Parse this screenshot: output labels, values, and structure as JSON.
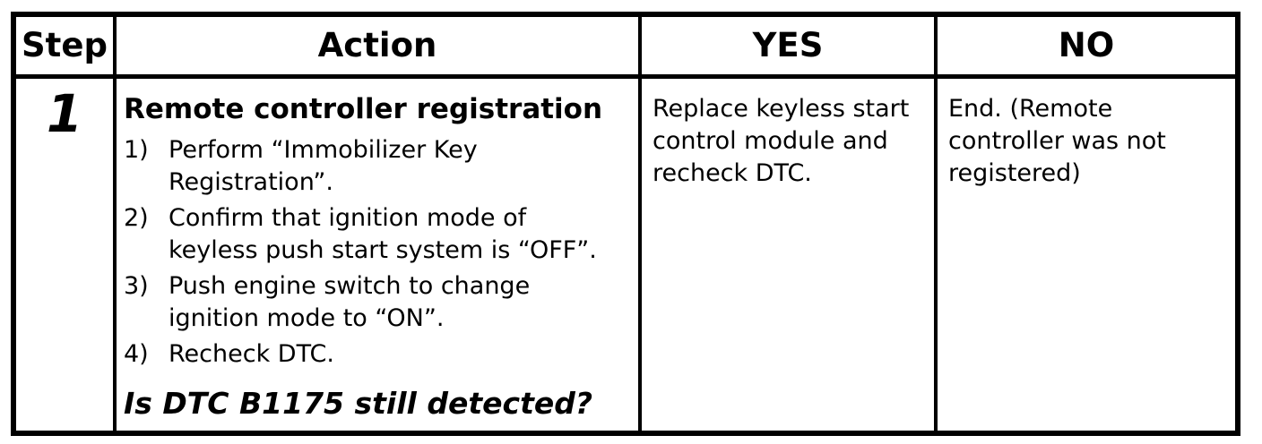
{
  "table": {
    "headers": {
      "step": "Step",
      "action": "Action",
      "yes": "YES",
      "no": "NO"
    },
    "row": {
      "step": "1",
      "action": {
        "title": "Remote controller registration",
        "items": [
          {
            "num": "1)",
            "text": "Perform “Immobilizer Key\nRegistration”."
          },
          {
            "num": "2)",
            "text": "Confirm that ignition mode of\nkeyless push start system is “OFF”."
          },
          {
            "num": "3)",
            "text": "Push engine switch to change\nignition mode to “ON”."
          },
          {
            "num": "4)",
            "text": "Recheck DTC."
          }
        ],
        "question": "Is DTC B1175 still detected?"
      },
      "yes": "Replace keyless start\ncontrol module and\nrecheck DTC.",
      "no": "End. (Remote\ncontroller was not\nregistered)"
    }
  },
  "colors": {
    "border": "#000000",
    "text": "#000000",
    "background": "#ffffff"
  }
}
